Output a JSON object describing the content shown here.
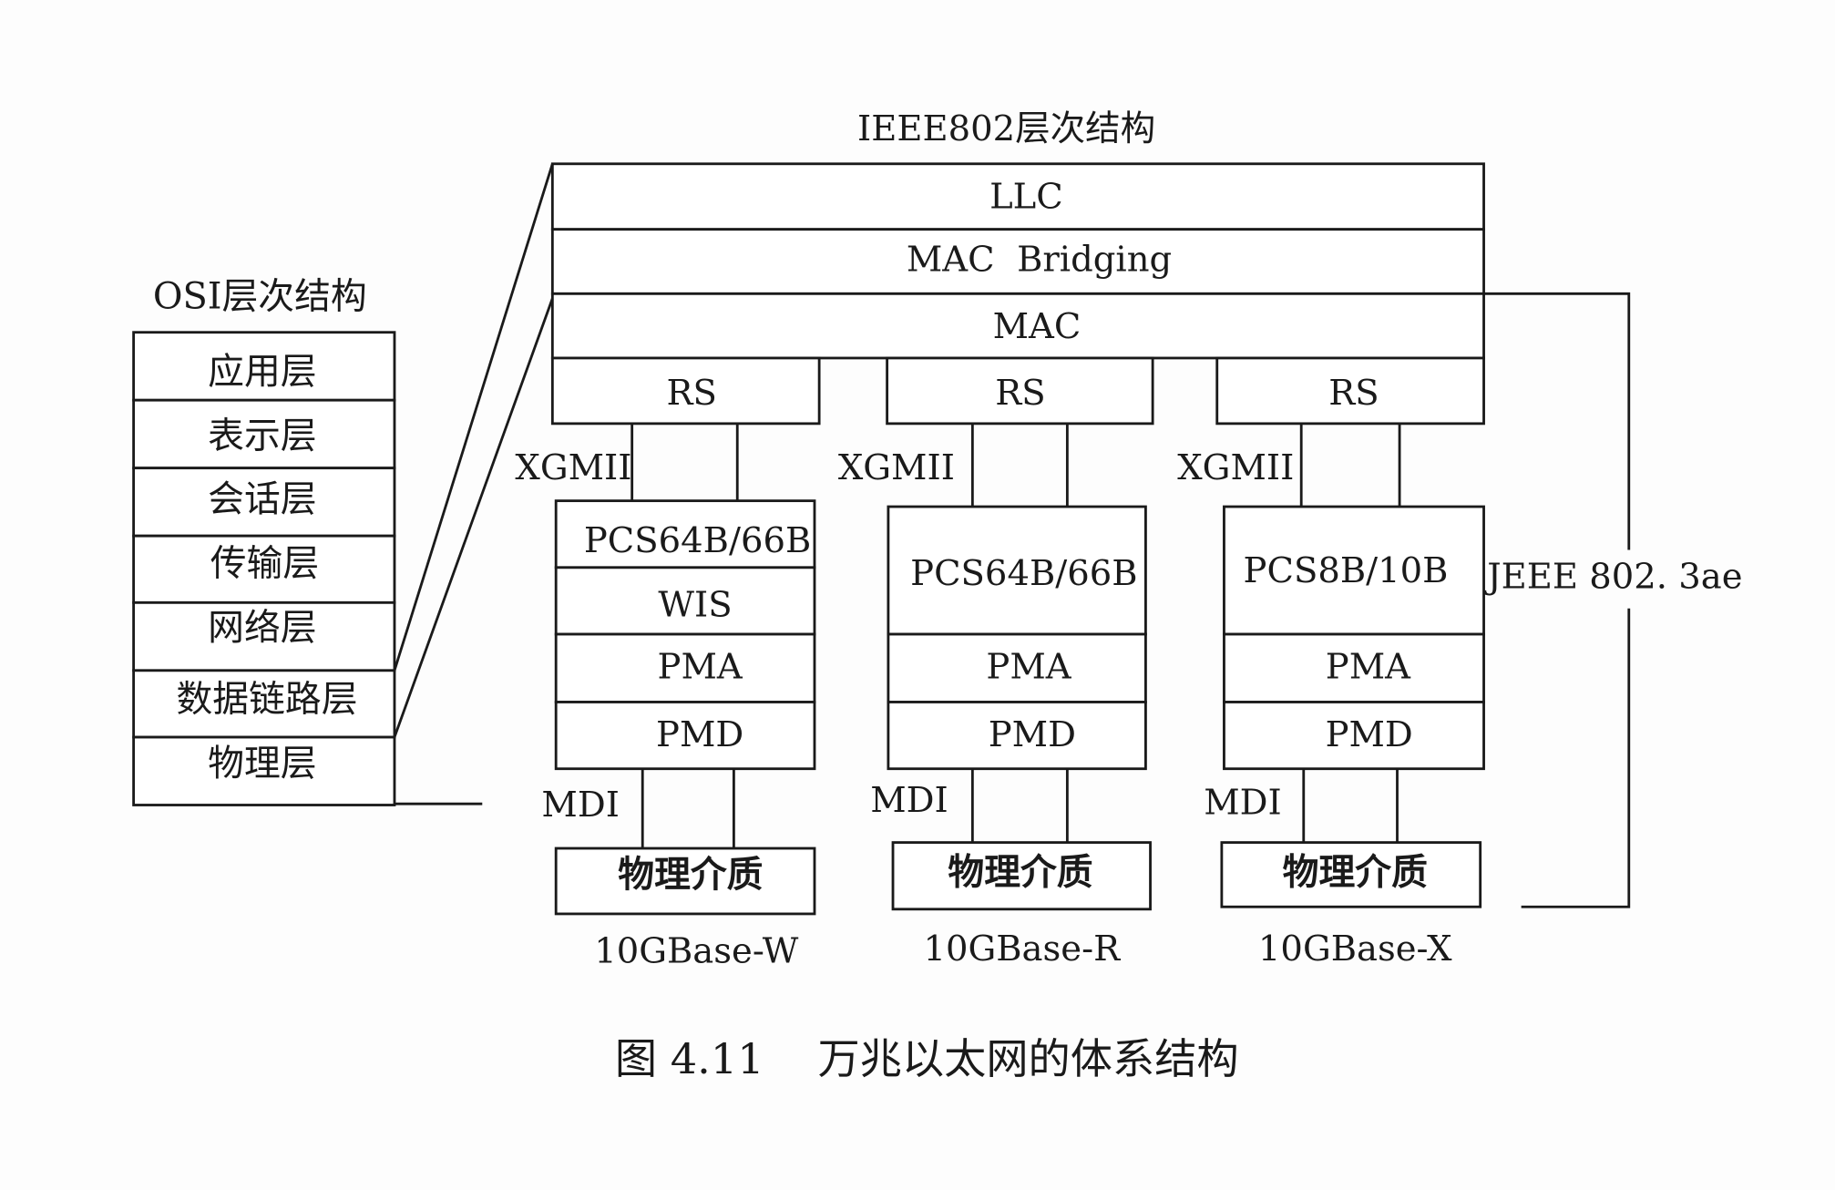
{
  "ieee_title": "IEEE802层次结构",
  "osi_title": "OSI层次结构",
  "osi_layers": [
    "应用层",
    "表示层",
    "会话层",
    "传输层",
    "网络层",
    "数据链路层",
    "物理层"
  ],
  "ieee_rows": {
    "llc": "LLC",
    "mac_bridging": "MAC  Bridging",
    "mac": "MAC"
  },
  "columns": [
    {
      "rs": "RS",
      "interface": "XGMII",
      "layers": [
        "PCS64B/66B",
        "WIS",
        "PMA",
        "PMD"
      ],
      "mdi": "MDI",
      "medium": "物理介质",
      "name": "10GBase-W"
    },
    {
      "rs": "RS",
      "interface": "XGMII",
      "layers": [
        "PCS64B/66B",
        "PMA",
        "PMD"
      ],
      "mdi": "MDI",
      "medium": "物理介质",
      "name": "10GBase-R"
    },
    {
      "rs": "RS",
      "interface": "XGMII",
      "layers": [
        "PCS8B/10B",
        "PMA",
        "PMD"
      ],
      "mdi": "MDI",
      "medium": "物理介质",
      "name": "10GBase-X"
    }
  ],
  "bracket_label": "JEEE 802. 3ae",
  "caption": "图 4.11    万兆以太网的体系结构"
}
